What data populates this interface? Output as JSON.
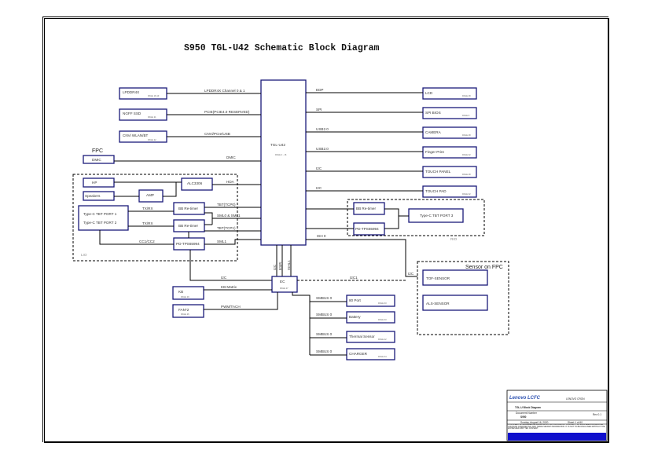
{
  "title": "S950  TGL-U42 Schematic Block Diagram",
  "cpu": {
    "label": "TGL-U42",
    "page": "PAGE 2 - 16"
  },
  "left_blocks": [
    {
      "label": "LPDDR4X",
      "page": "PAGE 18-19",
      "signal": "LPDDR4X Channel 0 & 1"
    },
    {
      "label": "NGFF SSD",
      "page": "PAGE 21",
      "signal": "PCIE(PCIE4.0 RESERVED)"
    },
    {
      "label": "CNVi WLAN/BT",
      "page": "PAGE 22",
      "signal": "CNVi/PCIe/USB"
    }
  ],
  "fpc": {
    "group_label": "FPC",
    "block": "DMIC",
    "signal": "DMIC"
  },
  "lio": {
    "group_label": "LIO",
    "hp": "HP",
    "speaker": "Speakers",
    "amp": "AMP",
    "codec": "ALC3306",
    "hda": "HDA",
    "port1": "Type-C TBT PORT 1",
    "port2": "Type-C TBT PORT 2",
    "txrx1": "TX/RX",
    "txrx2": "TX/RX",
    "retimer1": "BB Re-timer",
    "retimer2": "BB Re-timer",
    "pd": "PD-TPS65994",
    "cc": "CC1/CC2",
    "tbt0": "TBT(TCP0)",
    "sml": "SML0 & SML1",
    "tbt1": "TBT(TCP1)",
    "sml1": "SML1"
  },
  "right_blocks": [
    {
      "label": "LCD",
      "page": "PAGE 28",
      "signal": "EDP"
    },
    {
      "label": "SPI BIOS",
      "page": "PAGE 9",
      "signal": "SPI"
    },
    {
      "label": "CAMERA",
      "page": "PAGE 28",
      "signal": "USB2.0"
    },
    {
      "label": "Finger Print",
      "page": "PAGE 32",
      "signal": "USB2.0"
    },
    {
      "label": "TOUCH PANEL",
      "page": "PAGE 28",
      "signal": "I2C"
    },
    {
      "label": "TOUCH PAD",
      "page": "PAGE 32",
      "signal": "I2C"
    }
  ],
  "rio": {
    "group_label": "RIO",
    "retimer": "BB Re-timer",
    "pd": "PD-TPS65994",
    "port3": "Type-C TBT PORT 3"
  },
  "ish_signal": "ISH 0",
  "cpu_ec_signals": [
    "I2C",
    "ESPI",
    "ISHL1"
  ],
  "ec": {
    "label": "EC",
    "page": "PAGE 27",
    "i2c": "I2C",
    "i2c1": "I2C1"
  },
  "kb": {
    "label": "KB",
    "page": "PAGE 29",
    "signal": "KB Matrix"
  },
  "fan": {
    "label": "FAN*2",
    "page": "PAGE 26",
    "signal": "PWM/TACH"
  },
  "smbus_blocks": [
    {
      "label": "80 Port",
      "page": "PAGE 33",
      "signal": "SMBUS 0"
    },
    {
      "label": "Battery",
      "page": "PAGE 33",
      "signal": "SMBUS 0"
    },
    {
      "label": "Thermal Sensor",
      "page": "PAGE 22",
      "signal": "SMBUS 0"
    },
    {
      "label": "CHARGER",
      "page": "PAGE 34",
      "signal": "SMBUS 0"
    }
  ],
  "sensor_fpc": {
    "group_label": "Sensor on FPC",
    "i2c": "I2C",
    "tof": "TOF-SENSOR",
    "als": "ALS-SENSOR"
  },
  "title_block": {
    "logo": "Lenovo LCFC",
    "company": "LENOVO CRON",
    "title": "TGL-U Block Diagram",
    "doc_label": "Document Number",
    "doc_number": "S950",
    "rev": "Rev 0.1",
    "date": "Sunday, August 16, 2020",
    "sheet": "Sheet 1 of 60",
    "notice": "THIS SHEET OF ENGINEERING DRAWING IS THE PROPRIETARY PROPERTY OF LCFC ELECTRONICS AND CONTAINS CONFIDENTIAL AND TRADE SECRET INFORMATION. IT IS NOT TO BE DISCLOSED WITHOUT THE EXPRESSED WRITTEN CONSENT."
  },
  "colors": {
    "block_border": "#1a1a7a",
    "title_block_band": "#1010cc"
  }
}
